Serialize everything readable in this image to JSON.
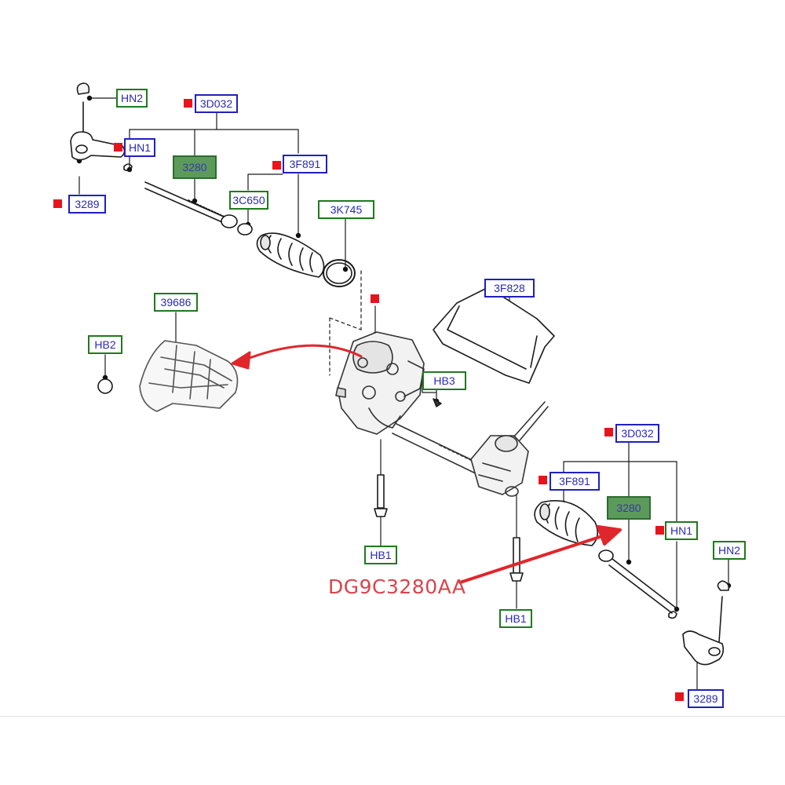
{
  "callouts": [
    {
      "id": "c01",
      "label": "HN2"
    },
    {
      "id": "c02",
      "label": "3D032"
    },
    {
      "id": "c03",
      "label": "HN1"
    },
    {
      "id": "c04",
      "label": "3280"
    },
    {
      "id": "c05",
      "label": "3F891"
    },
    {
      "id": "c06",
      "label": "3289"
    },
    {
      "id": "c07",
      "label": "3C650"
    },
    {
      "id": "c08",
      "label": "3K745"
    },
    {
      "id": "c09",
      "label": "39686"
    },
    {
      "id": "c10",
      "label": "3F828"
    },
    {
      "id": "c11",
      "label": "HB2"
    },
    {
      "id": "c12",
      "label": "HB3"
    },
    {
      "id": "c13",
      "label": "3D032"
    },
    {
      "id": "c14",
      "label": "3F891"
    },
    {
      "id": "c15",
      "label": "3280"
    },
    {
      "id": "c16",
      "label": "HN1"
    },
    {
      "id": "c17",
      "label": "HN2"
    },
    {
      "id": "c18",
      "label": "HB1"
    },
    {
      "id": "c19",
      "label": "HB1"
    },
    {
      "id": "c20",
      "label": "3289"
    }
  ],
  "highlight": {
    "part_number": "DG9C3280AA",
    "arrow_color": "#e0262c",
    "text_color": "#d9444a"
  },
  "colors": {
    "blue_box": "#2020c0",
    "green_box": "#1e7a1e",
    "filled_box": "#5c9a5c",
    "marker": "#e8141c",
    "line_art": "#1a1a1a"
  }
}
